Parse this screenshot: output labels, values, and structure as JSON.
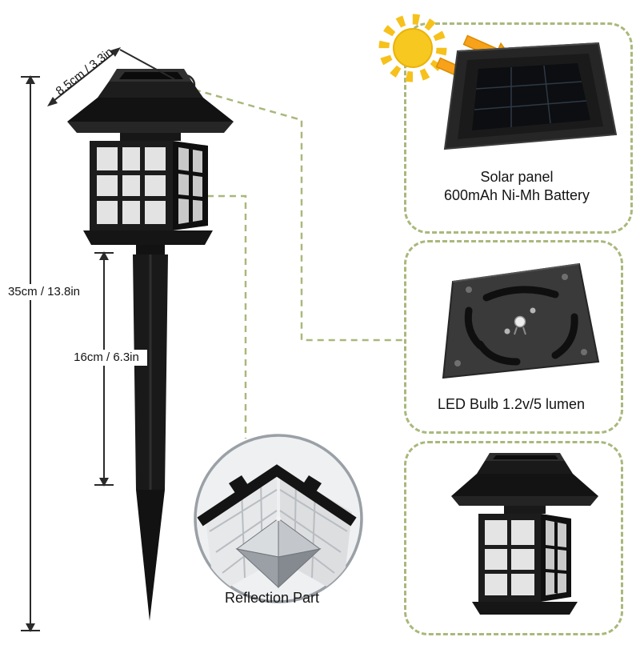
{
  "dimensions": {
    "top_width": "8.5cm / 3.3in",
    "total_height": "35cm / 13.8in",
    "stake_height": "16cm / 6.3in"
  },
  "callouts": {
    "solar_line1": "Solar panel",
    "solar_line2": "600mAh Ni-Mh Battery",
    "led": "LED Bulb 1.2v/5 lumen",
    "reflection": "Reflection Part"
  },
  "icons": {
    "sun": "sun-icon",
    "solar_arrows": "orange-arrow-icon",
    "callout_circles": "magnifier-circle-marker"
  },
  "colors": {
    "callout_border": "#a9b87c",
    "sun_yellow": "#f7c81f",
    "arrow_orange": "#f7a21a",
    "product_black": "#161616",
    "window_white": "#e3e3e3",
    "dimension_line": "#2a2a2a"
  }
}
